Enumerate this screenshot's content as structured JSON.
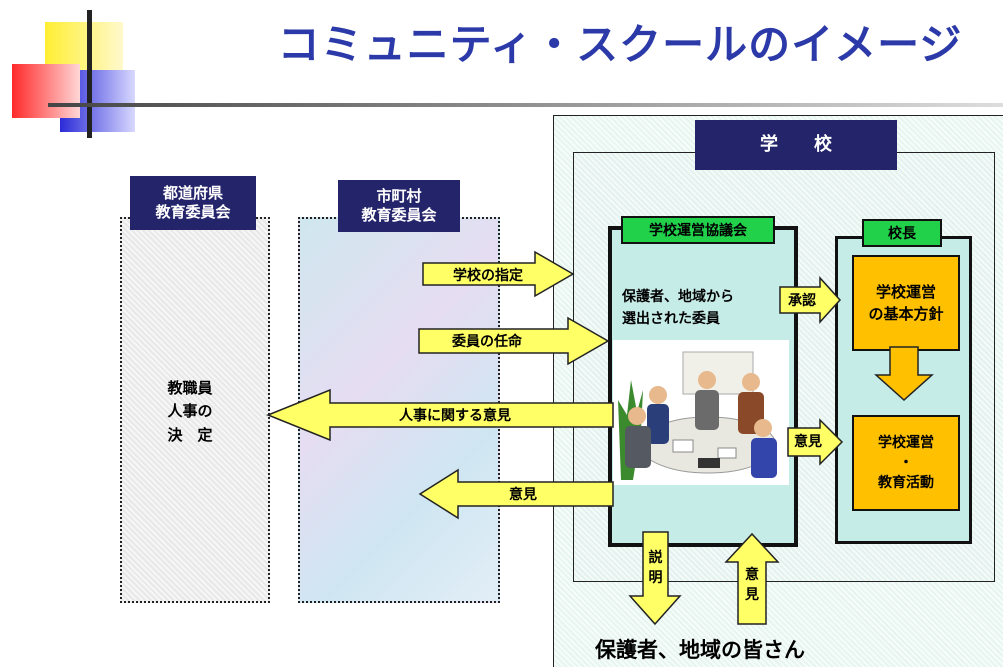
{
  "title": "コミュニティ・スクールのイメージ",
  "prefecture_board": "都道府県\n教育委員会",
  "municipal_board": "市町村\n教育委員会",
  "personnel_decision": "教職員\n人事の\n決　定",
  "school": "学　　校",
  "council": {
    "title": "学校運営協議会",
    "members": "保護者、地域から\n選出された委員"
  },
  "principal": "校長",
  "policy_box": "学校運営\nの基本方針",
  "activity_box": "学校運営\n・\n教育活動",
  "arrows": {
    "designation": "学校の指定",
    "appointment": "委員の任命",
    "personnel_opinion": "人事に関する意見",
    "opinion_to_municipal": "意見",
    "approval": "承認",
    "opinion_to_activity": "意見",
    "explanation": "説\n明",
    "opinion_up": "意\n見"
  },
  "community": "保護者、地域の皆さん",
  "colors": {
    "title": "#2b3aa8",
    "navy": "#24246b",
    "green": "#22d14a",
    "yellow": "#ffc000",
    "arrow_yellow": "#ffff66",
    "light_teal": "#c6ece8",
    "community_bg": "#eef8f4"
  }
}
